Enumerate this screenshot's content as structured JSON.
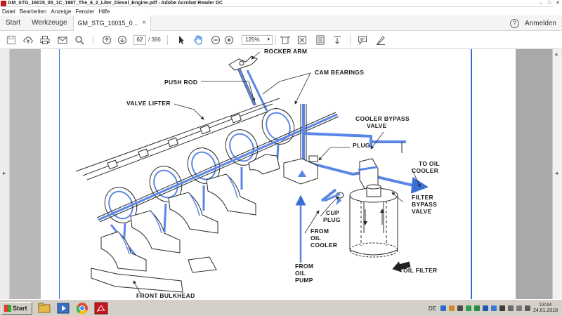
{
  "window": {
    "title": "GM_STG_16015_05_1C_1987_The_6_2_Liter_Diesel_Engine.pdf - Adobe Acrobat Reader DC",
    "controls": [
      "–",
      "□",
      "✕"
    ]
  },
  "menu": [
    "Datei",
    "Bearbeiten",
    "Anzeige",
    "Fenster",
    "Hilfe"
  ],
  "tabs": {
    "home": "Start",
    "tools": "Werkzeuge",
    "document": "GM_STG_16015_0...",
    "help": "?",
    "signin": "Anmelden"
  },
  "toolbar": {
    "page_current": "62",
    "page_total": "/ 386",
    "zoom": "125%"
  },
  "diagram": {
    "labels": {
      "rocker_arm": "ROCKER ARM",
      "push_rod": "PUSH ROD",
      "cam_bearings": "CAM BEARINGS",
      "valve_lifter": "VALVE LIFTER",
      "cooler_bypass_1": "COOLER BYPASS",
      "cooler_bypass_2": "VALVE",
      "plug": "PLUG",
      "to_oil_1": "TO OIL",
      "to_oil_2": "COOLER",
      "filter_bypass_1": "FILTER",
      "filter_bypass_2": "BYPASS",
      "filter_bypass_3": "VALVE",
      "cup_plug_1": "CUP",
      "cup_plug_2": "PLUG",
      "from_cooler_1": "FROM",
      "from_cooler_2": "OIL",
      "from_cooler_3": "COOLER",
      "from_pump_1": "FROM",
      "from_pump_2": "OIL",
      "from_pump_3": "PUMP",
      "oil_filter": "OIL FILTER",
      "front_bulkhead": "FRONT BULKHEAD"
    },
    "colors": {
      "oil": "#5b86e5",
      "line": "#2b2b2b"
    }
  },
  "taskbar": {
    "start": "Start",
    "language": "DE",
    "time": "13:44",
    "date": "24.01.2018"
  }
}
